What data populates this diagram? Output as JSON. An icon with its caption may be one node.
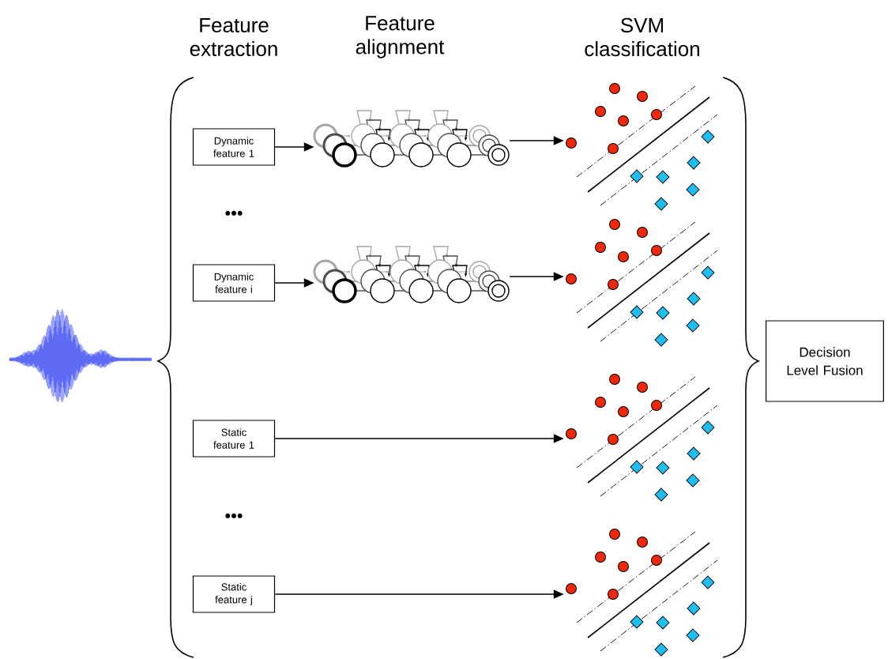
{
  "diagram": {
    "nodes": [
      {
        "text": [
          "Dynamic feature 1"
        ]
      },
      {
        "text": [
          "Dynamic feature i"
        ]
      },
      {
        "text": [
          "Static feature 1"
        ]
      },
      {
        "text": [
          "Static feature j"
        ]
      },
      {
        "text": [
          "Decision Level Fusion"
        ]
      },
      {
        "text": [],
        "shape": "picture"
      },
      {
        "text": [],
        "shape": "picture"
      },
      {
        "text": [],
        "shape": "picture"
      },
      {
        "text": [],
        "shape": "picture"
      },
      {
        "text": [],
        "shape": "picture"
      },
      {
        "text": [],
        "shape": "picture"
      }
    ],
    "edges": [
      {
        "from": 0,
        "to": 5,
        "arrow": "to"
      },
      {
        "from": 5,
        "to": 7,
        "arrow": "to"
      },
      {
        "from": 1,
        "to": 6,
        "arrow": "to"
      },
      {
        "from": 6,
        "to": 8,
        "arrow": "to"
      },
      {
        "from": 2,
        "to": 9,
        "arrow": "to"
      },
      {
        "from": 3,
        "to": 10,
        "arrow": "to"
      }
    ],
    "labels": [
      "Feature extraction",
      "Feature alignment",
      "SVM classification",
      "•••",
      "•••"
    ]
  }
}
